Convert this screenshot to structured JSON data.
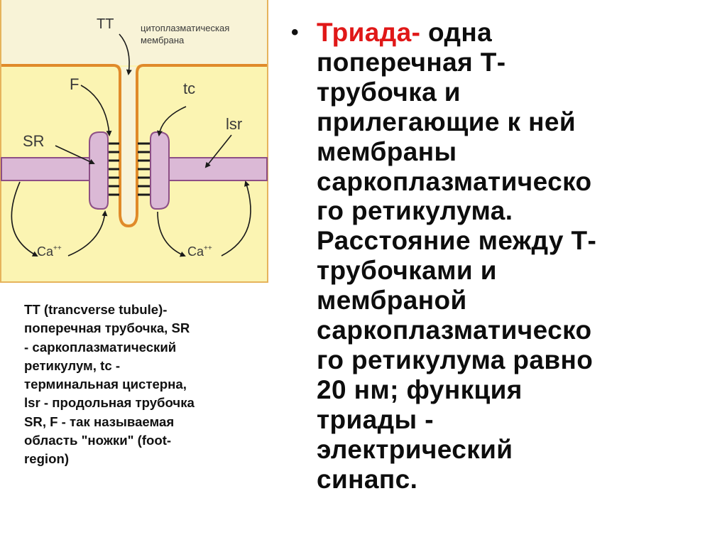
{
  "figure": {
    "labels": {
      "tt": "TT",
      "membrane": "цитоплазматическая\nмембрана",
      "f": "F",
      "tc": "tc",
      "sr": "SR",
      "lsr": "lsr",
      "ca_left": "Ca",
      "ca_left_charge": "++",
      "ca_right": "Ca",
      "ca_right_charge": "++"
    },
    "colors": {
      "cytoplasm_top": "#f8f3d7",
      "fiber": "#fbf4b2",
      "membrane": "#e08a2a",
      "sr_fill": "#dbb9d6",
      "sr_stroke": "#8d4f86",
      "frame": "#e0a24a"
    }
  },
  "caption": {
    "text": "TT (trancverse tubule)-\nпоперечная трубочка, SR\n- саркоплазматический\nретикулум, tc -\nтерминальная цистерна,\nlsr - продольная трубочка\nSR, F - так называемая\nобласть \"ножки\" (foot-\nregion)"
  },
  "main": {
    "bullet": "•",
    "term": "Триада-",
    "text": " одна\nпоперечная Т-\nтрубочка и\nприлегающие к ней\nмембраны\nсаркоплазматическо\nго ретикулума.\nРасстояние между Т-\nтрубочками и\nмембраной\nсаркоплазматическо\nго ретикулума равно\n20 нм; функция\nтриады -\nэлектрический\nсинапс.",
    "term_color": "#e01818"
  }
}
